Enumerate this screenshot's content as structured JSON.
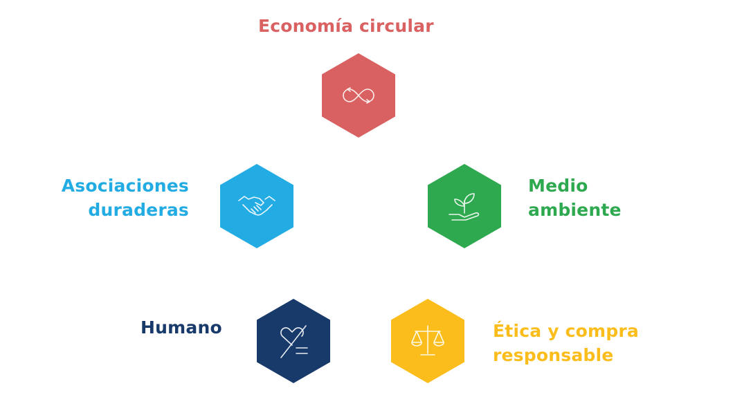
{
  "colors": {
    "red": "#D96161",
    "blue": "#23ACE3",
    "green": "#2FA94F",
    "navy": "#173A6A",
    "yellow": "#FBBD1C"
  },
  "items": [
    {
      "id": "economia",
      "label": [
        "Economía circular"
      ],
      "icon": "infinity-arrows-icon"
    },
    {
      "id": "asociaciones",
      "label": [
        "Asociaciones",
        "duraderas"
      ],
      "icon": "handshake-icon"
    },
    {
      "id": "medio",
      "label": [
        "Medio",
        "ambiente"
      ],
      "icon": "plant-in-hand-icon"
    },
    {
      "id": "humano",
      "label": [
        "Humano"
      ],
      "icon": "heart-not-equal-icon"
    },
    {
      "id": "etica",
      "label": [
        "Ética y compra",
        "responsable"
      ],
      "icon": "scales-icon"
    }
  ]
}
